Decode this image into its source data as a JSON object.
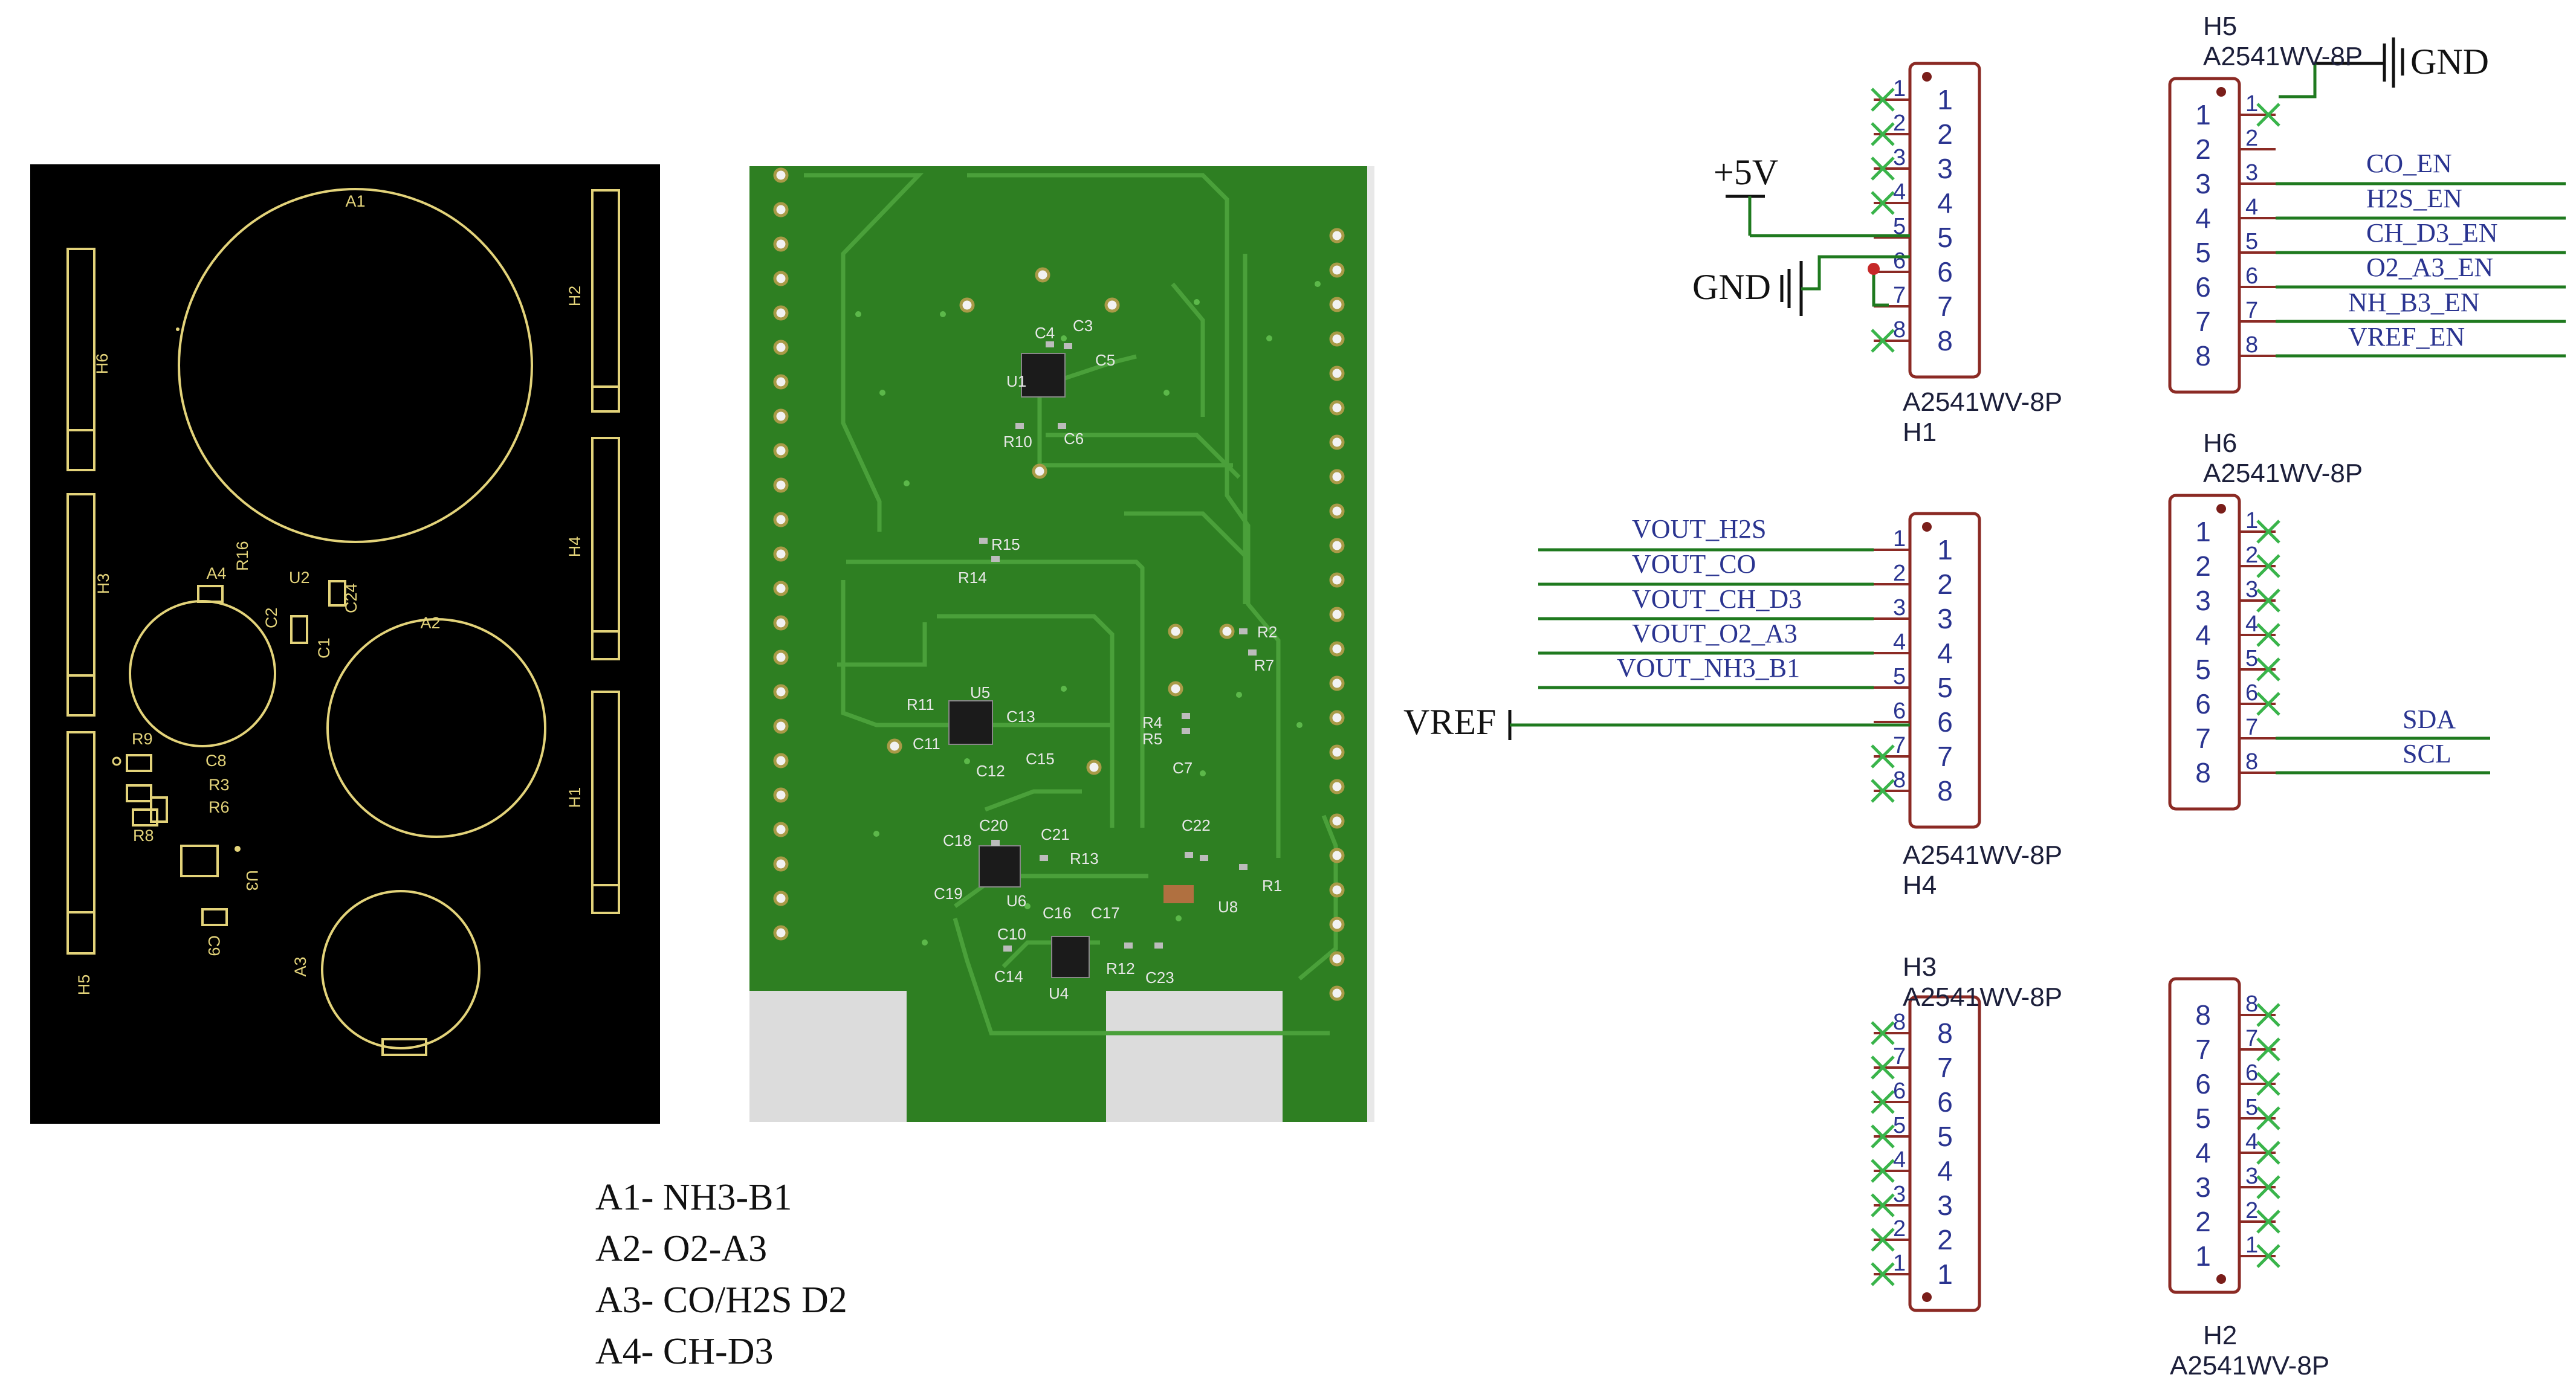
{
  "layout_silk": {
    "areas": [
      {
        "id": "a1",
        "label": "A1"
      },
      {
        "id": "a2",
        "label": "A2"
      },
      {
        "id": "a3",
        "label": "A3"
      },
      {
        "id": "a4",
        "label": "A4"
      }
    ],
    "headers": [
      {
        "id": "h1",
        "label": "H1"
      },
      {
        "id": "h2",
        "label": "H2"
      },
      {
        "id": "h3",
        "label": "H3"
      },
      {
        "id": "h4",
        "label": "H4"
      },
      {
        "id": "h5",
        "label": "H5"
      },
      {
        "id": "h6",
        "label": "H6"
      }
    ],
    "parts": [
      "R16",
      "U2",
      "C2",
      "C24",
      "C1",
      "R9",
      "C8",
      "R3",
      "R6",
      "R8",
      "U3",
      "C9"
    ]
  },
  "pcb": {
    "labels": [
      "C4",
      "C3",
      "C5",
      "U1",
      "R10",
      "C6",
      "R15",
      "R14",
      "R2",
      "R7",
      "R11",
      "U5",
      "C13",
      "C11",
      "C12",
      "C15",
      "R4",
      "R5",
      "C7",
      "C20",
      "C21",
      "C18",
      "R13",
      "C19",
      "C22",
      "U6",
      "C16",
      "C17",
      "U8",
      "R1",
      "C10",
      "C14",
      "U4",
      "R12",
      "C23"
    ]
  },
  "legend": {
    "items": [
      "A1-  NH3-B1",
      "A2-  O2-A3",
      "A3-  CO/H2S  D2",
      "A4-  CH-D3"
    ]
  },
  "schematic": {
    "part_value": "A2541WV-8P",
    "power": {
      "v5": "+5V",
      "gnd": "GND",
      "vref": "VREF"
    },
    "h1": {
      "ref": "H1",
      "value": "A2541WV-8P"
    },
    "h4": {
      "ref": "H4",
      "value": "A2541WV-8P",
      "nets": [
        "VOUT_H2S",
        "VOUT_CO",
        "VOUT_CH_D3",
        "VOUT_O2_A3",
        "VOUT_NH3_B1"
      ]
    },
    "h3": {
      "ref": "H3",
      "value": "A2541WV-8P"
    },
    "h5": {
      "ref": "H5",
      "value": "A2541WV-8P",
      "nets": [
        "CO_EN",
        "H2S_EN",
        "CH_D3_EN",
        "O2_A3_EN",
        "NH_B3_EN",
        "VREF_EN"
      ]
    },
    "h6": {
      "ref": "H6",
      "value": "A2541WV-8P",
      "nets": [
        "SDA",
        "SCL"
      ]
    },
    "h2": {
      "ref": "H2",
      "value": "A2541WV-8P"
    }
  },
  "colors": {
    "silk_bg": "#000000",
    "silk_line": "#e3d37a",
    "pcb_green": "#2e7f22",
    "pcb_trace": "#4aa03a",
    "schematic_body": "#8b2a24",
    "schematic_wire": "#1f7a1f",
    "schematic_text": "#2a3490",
    "no_connect": "#39b44a"
  }
}
